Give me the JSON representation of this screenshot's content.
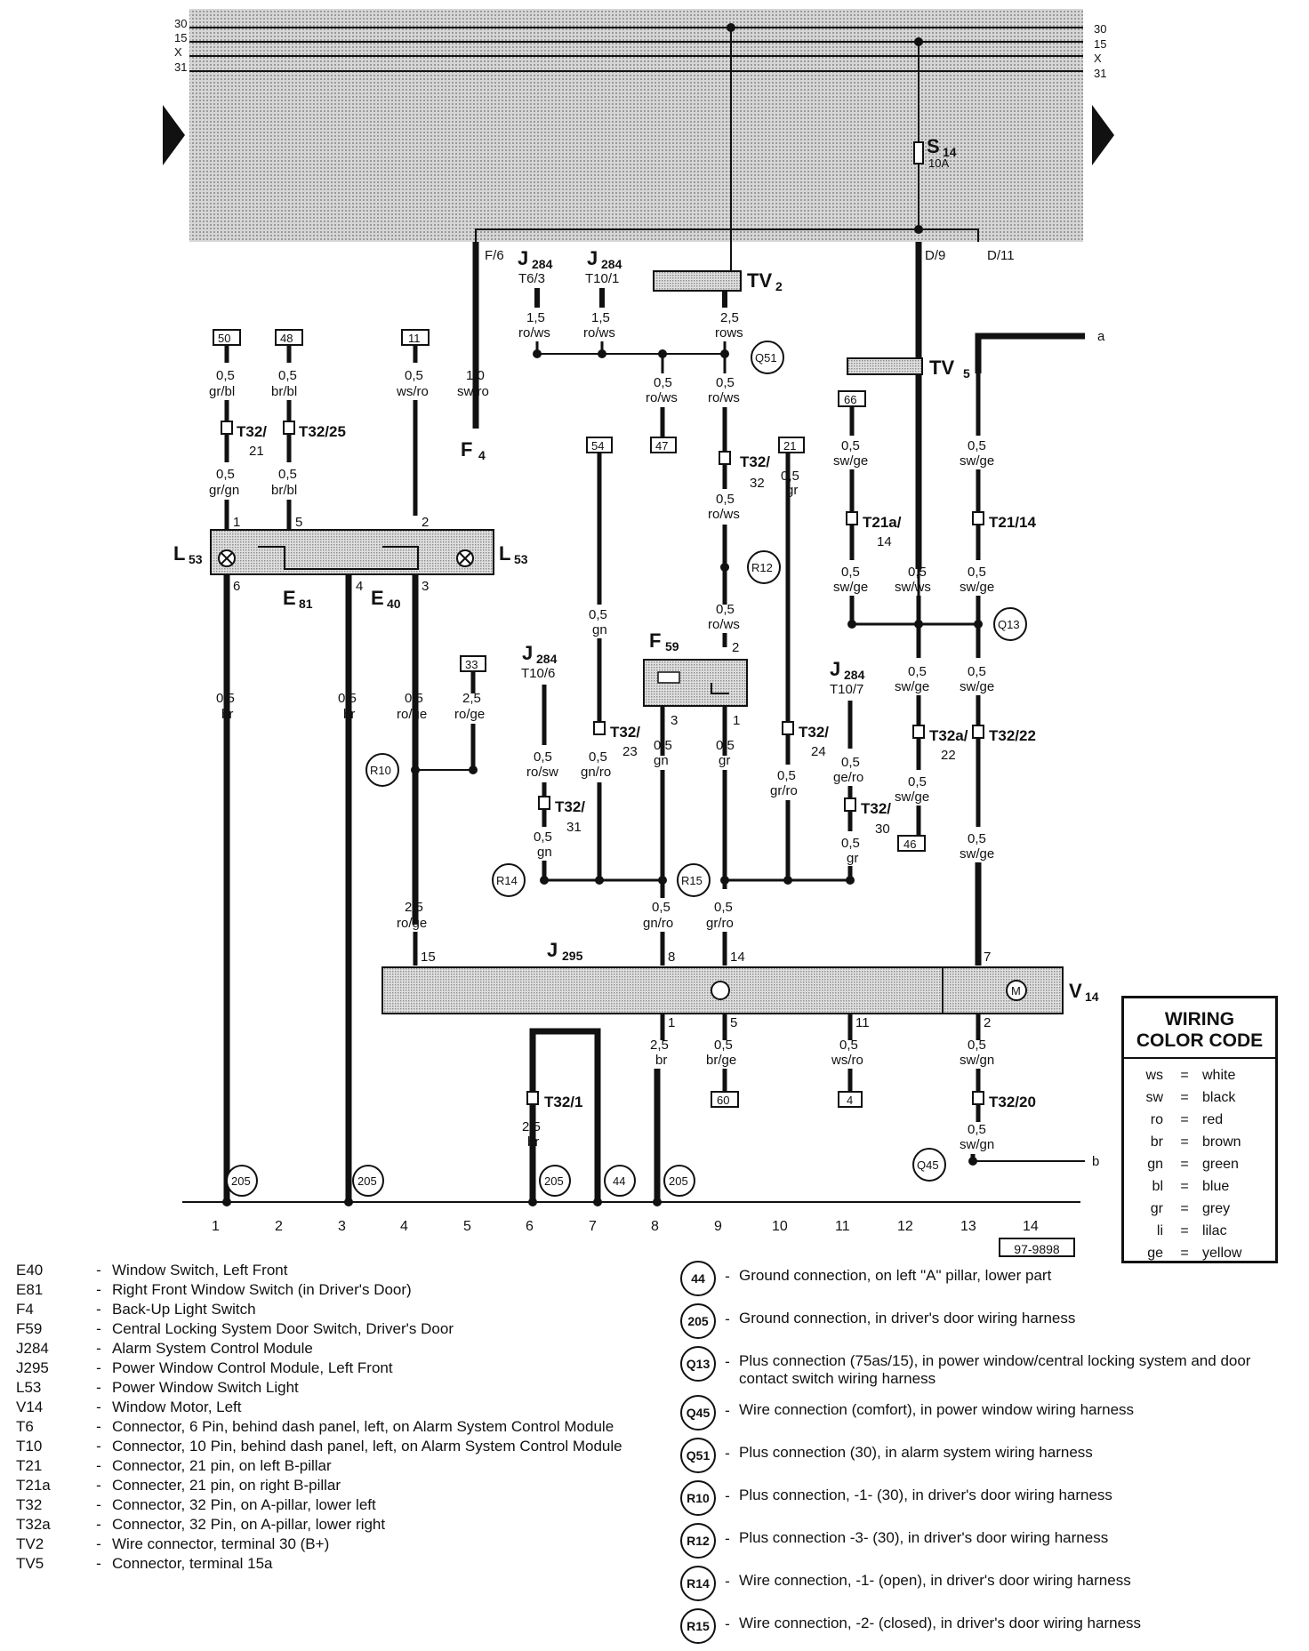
{
  "bus_labels": [
    "30",
    "15",
    "X",
    "31"
  ],
  "fuse": {
    "name": "S",
    "sub": "14",
    "rating": "10A"
  },
  "connectors_top": {
    "left": "F/6",
    "right1": "D/9",
    "right2": "D/11"
  },
  "components": {
    "J284_a": {
      "name": "J",
      "sub": "284",
      "pin": "T6/3"
    },
    "J284_b": {
      "name": "J",
      "sub": "284",
      "pin": "T10/1"
    },
    "J284_c": {
      "name": "J",
      "sub": "284",
      "pin": "T10/6"
    },
    "J284_d": {
      "name": "J",
      "sub": "284",
      "pin": "T10/7"
    },
    "TV2": {
      "name": "TV",
      "sub": "2"
    },
    "TV5": {
      "name": "TV",
      "sub": "5"
    },
    "F4": {
      "name": "F",
      "sub": "4"
    },
    "F59": {
      "name": "F",
      "sub": "59"
    },
    "L53": {
      "name": "L",
      "sub": "53"
    },
    "E81": {
      "name": "E",
      "sub": "81"
    },
    "E40": {
      "name": "E",
      "sub": "40"
    },
    "J295": {
      "name": "J",
      "sub": "295"
    },
    "V14": {
      "name": "V",
      "sub": "14"
    }
  },
  "connector_labels": {
    "t32_21": "T32/",
    "t32_21b": "21",
    "t32_25": "T32/25",
    "t32_32": "T32/",
    "t32_32b": "32",
    "t21a_14": "T21a/",
    "t21a_14b": "14",
    "t21_14": "T21/14",
    "t32_23": "T32/",
    "t32_23b": "23",
    "t32_24": "T32/",
    "t32_24b": "24",
    "t32a_22": "T32a/",
    "t32a_22b": "22",
    "t32_22": "T32/22",
    "t32_31": "T32/",
    "t32_31b": "31",
    "t32_30": "T32/",
    "t32_30b": "30",
    "t32_1": "T32/1",
    "t32_20": "T32/20"
  },
  "boxes": {
    "b50": "50",
    "b48": "48",
    "b11": "11",
    "b66": "66",
    "b21": "21",
    "b54": "54",
    "b47": "47",
    "b33": "33",
    "b46": "46",
    "b60": "60",
    "b4": "4"
  },
  "wire_labels": {
    "w1": "0,5",
    "w1c": "gr/bl",
    "w2": "0,5",
    "w2c": "br/bl",
    "w3": "0,5",
    "w3c": "ws/ro",
    "w4": "1,0",
    "w4c": "sw/ro",
    "w5": "1,5",
    "w5c": "ro/ws",
    "w6": "1,5",
    "w6c": "ro/ws",
    "w7": "2,5",
    "w7c": "rows",
    "w8": "0,5",
    "w8c": "ro/ws",
    "w9": "0,5",
    "w9c": "ro/ws",
    "w10": "0,5",
    "w10c": "gr/gn",
    "w11": "0,5",
    "w11c": "br/bl",
    "w12": "0,5",
    "w12c": "ro/ws",
    "w13": "0,5",
    "w13c": "gr",
    "w14": "0,5",
    "w14c": "sw/ge",
    "w15": "0,5",
    "w15c": "sw/ge",
    "w16": "0,5",
    "w16c": "sw/ge",
    "w17": "0,5",
    "w17c": "sw/ws",
    "w18": "0,5",
    "w18c": "sw/ge",
    "w19": "0,5",
    "w19c": "gn",
    "w20": "0,5",
    "w20c": "ro/ws",
    "w21": "0,5",
    "w21c": "br",
    "w22": "0,5",
    "w22c": "br",
    "w23": "0,5",
    "w23c": "ro/ge",
    "w24": "2,5",
    "w24c": "ro/ge",
    "w25": "0,5",
    "w25c": "ro/sw",
    "w26": "0,5",
    "w26c": "gn/ro",
    "w27": "0,5",
    "w27c": "gn",
    "w28": "0,5",
    "w28c": "gr",
    "w29": "0,5",
    "w29c": "gr/ro",
    "w30": "0,5",
    "w30c": "ge/ro",
    "w31": "0,5",
    "w31c": "sw/ge",
    "w32": "0,5",
    "w32c": "sw/ge",
    "w33": "0,5",
    "w33c": "gn",
    "w34": "0,5",
    "w34c": "gr",
    "w35": "0,5",
    "w35c": "sw/ge",
    "w36": "0,5",
    "w36c": "sw/ge",
    "w37": "2,5",
    "w37c": "ro/ge",
    "w38": "0,5",
    "w38c": "gn/ro",
    "w39": "0,5",
    "w39c": "gr/ro",
    "w40": "2,5",
    "w40c": "br",
    "w41": "0,5",
    "w41c": "br/ge",
    "w42": "0,5",
    "w42c": "ws/ro",
    "w43": "0,5",
    "w43c": "sw/gn",
    "w44": "2,5",
    "w44c": "br",
    "w45": "0,5",
    "w45c": "sw/gn"
  },
  "pins": {
    "p1": "1",
    "p5": "5",
    "p2": "2",
    "p6": "6",
    "p4": "4",
    "p3": "3",
    "f59_2": "2",
    "f59_3": "3",
    "f59_1": "1",
    "j295_15": "15",
    "j295_8": "8",
    "j295_14": "14",
    "j295_7": "7",
    "j295_1": "1",
    "j295_5": "5",
    "j295_11": "11",
    "j295_2": "2"
  },
  "circles": {
    "q51": "Q51",
    "r12": "R12",
    "q13": "Q13",
    "r10": "R10",
    "r14": "R14",
    "r15": "R15",
    "q45": "Q45",
    "g205a": "205",
    "g205b": "205",
    "g205c": "205",
    "g44": "44",
    "g205d": "205"
  },
  "edge_labels": {
    "a": "a",
    "b": "b"
  },
  "columns": [
    "1",
    "2",
    "3",
    "4",
    "5",
    "6",
    "7",
    "8",
    "9",
    "10",
    "11",
    "12",
    "13",
    "14"
  ],
  "ref_number": "97-9898",
  "color_code": {
    "title1": "WIRING",
    "title2": "COLOR CODE",
    "rows": [
      {
        "ab": "ws",
        "eq": "=",
        "name": "white"
      },
      {
        "ab": "sw",
        "eq": "=",
        "name": "black"
      },
      {
        "ab": "ro",
        "eq": "=",
        "name": "red"
      },
      {
        "ab": "br",
        "eq": "=",
        "name": "brown"
      },
      {
        "ab": "gn",
        "eq": "=",
        "name": "green"
      },
      {
        "ab": "bl",
        "eq": "=",
        "name": "blue"
      },
      {
        "ab": "gr",
        "eq": "=",
        "name": "grey"
      },
      {
        "ab": "li",
        "eq": "=",
        "name": "lilac"
      },
      {
        "ab": "ge",
        "eq": "=",
        "name": "yellow"
      }
    ]
  },
  "legend_left": [
    {
      "code": "E40",
      "desc": "Window Switch, Left Front"
    },
    {
      "code": "E81",
      "desc": "Right Front Window Switch (in Driver's Door)"
    },
    {
      "code": "F4",
      "desc": "Back-Up Light Switch"
    },
    {
      "code": "F59",
      "desc": "Central Locking System Door Switch, Driver's Door"
    },
    {
      "code": "J284",
      "desc": "Alarm System Control Module"
    },
    {
      "code": "J295",
      "desc": "Power Window Control Module, Left Front"
    },
    {
      "code": "L53",
      "desc": "Power Window Switch Light"
    },
    {
      "code": "V14",
      "desc": "Window Motor, Left"
    },
    {
      "code": "T6",
      "desc": "Connector, 6 Pin, behind dash panel, left, on Alarm System Control Module"
    },
    {
      "code": "T10",
      "desc": "Connector, 10 Pin, behind dash panel, left, on Alarm System Control Module"
    },
    {
      "code": "T21",
      "desc": "Connector, 21 pin, on left B-pillar"
    },
    {
      "code": "T21a",
      "desc": "Connecter, 21 pin, on right B-pillar"
    },
    {
      "code": "T32",
      "desc": "Connector, 32 Pin, on A-pillar, lower left"
    },
    {
      "code": "T32a",
      "desc": "Connector, 32 Pin, on A-pillar, lower right"
    },
    {
      "code": "TV2",
      "desc": "Wire connector, terminal 30 (B+)"
    },
    {
      "code": "TV5",
      "desc": "Connector, terminal 15a"
    }
  ],
  "legend_dash": "-",
  "legend_right": [
    {
      "code": "44",
      "desc": "Ground connection, on left \"A\" pillar, lower part"
    },
    {
      "code": "205",
      "desc": "Ground connection, in driver's door wiring harness"
    },
    {
      "code": "Q13",
      "desc": "Plus connection (75as/15), in power window/central locking system and door contact switch wiring harness"
    },
    {
      "code": "Q45",
      "desc": "Wire connection (comfort), in power window wiring harness"
    },
    {
      "code": "Q51",
      "desc": "Plus connection (30), in alarm system wiring harness"
    },
    {
      "code": "R10",
      "desc": "Plus connection, -1- (30), in driver's door wiring harness"
    },
    {
      "code": "R12",
      "desc": "Plus connection -3- (30), in driver's door wiring harness"
    },
    {
      "code": "R14",
      "desc": "Wire connection, -1- (open), in driver's door wiring harness"
    },
    {
      "code": "R15",
      "desc": "Wire connection, -2- (closed), in driver's door wiring harness"
    }
  ],
  "colors": {
    "ink": "#111111",
    "shade": "#c9c9c9",
    "paper": "#ffffff"
  }
}
